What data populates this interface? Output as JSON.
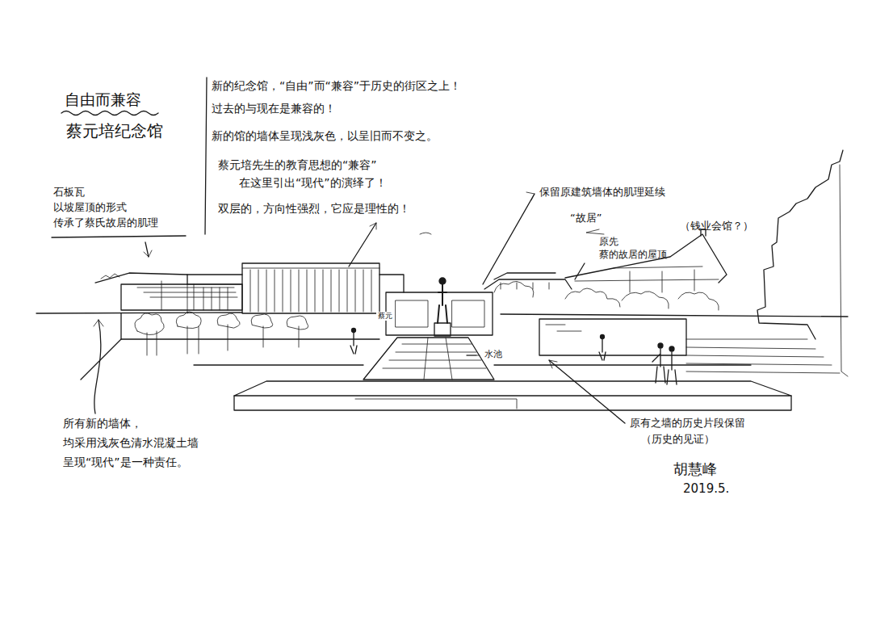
{
  "diagram": {
    "title": "自由而兼容",
    "labels": [
      "蔡元培纪念馆",
      "新的纪念馆，“自由”而“兼容”于历史的街区之上！",
      "过去的与现在是兼容的！",
      "新的馆的墙体呈现浅灰色，以呈旧而不变之。",
      "蔡元培先生的教育思想的“兼容”",
      "在这里引出“现代”的演绎了！",
      "双层的，方向性强烈，它应是理性的！",
      "石板瓦",
      "以坡屋顶的形式",
      "传承了蔡氏故居的肌理",
      "保留原建筑墙体的肌理延续",
      "“故居”",
      "原先",
      "蔡的故居的屋顶",
      "（钱业会馆？）",
      "蔡元",
      "水池",
      "所有新的墙体，",
      "均采用浅灰色清水混凝土墙",
      "呈现“现代”是一种责任。",
      "原有之墙的历史片段保留",
      "（历史的见证）",
      "胡慧峰",
      "2019.5."
    ]
  }
}
